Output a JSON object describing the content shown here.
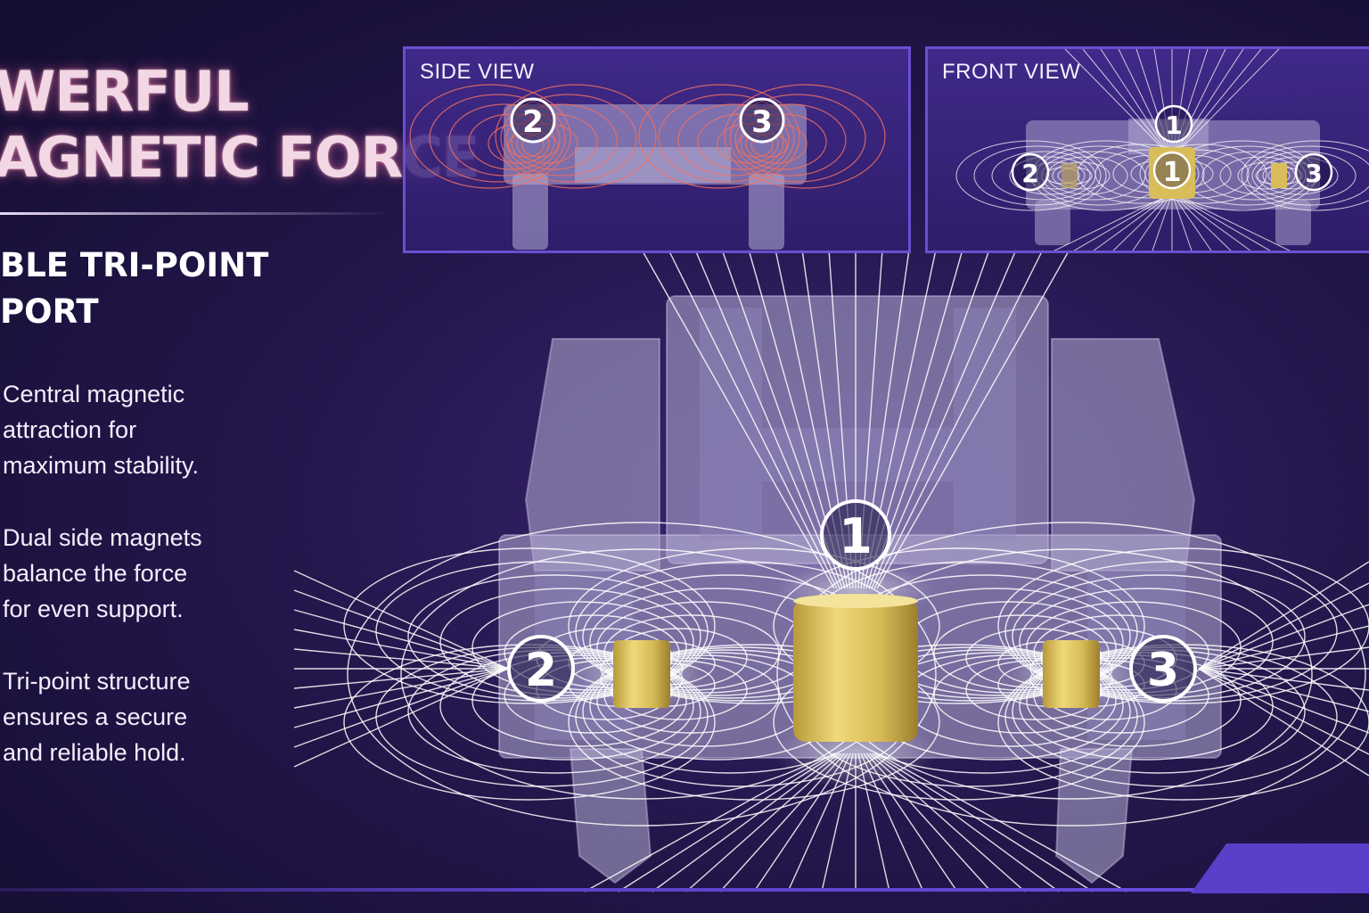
{
  "headline": {
    "line1": "WERFUL",
    "line2": "AGNETIC FORCE"
  },
  "subhead": {
    "line1": "BLE TRI-POINT",
    "line2": "PORT"
  },
  "bullets": [
    {
      "lines": [
        "Central magnetic",
        "attraction for",
        "maximum stability."
      ]
    },
    {
      "lines": [
        "Dual side magnets",
        "balance the force",
        "for even support."
      ]
    },
    {
      "lines": [
        "Tri-point structure",
        "ensures a secure",
        "and reliable hold."
      ]
    }
  ],
  "side_view": {
    "title": "SIDE VIEW",
    "markers": [
      "2",
      "3"
    ]
  },
  "front_view": {
    "title": "FRONT VIEW",
    "markers": [
      "1",
      "1",
      "2",
      "3"
    ]
  },
  "main_markers": [
    "1",
    "2",
    "3"
  ],
  "colors": {
    "magnet_gold": "#d8bd5a",
    "field_white": "#ffffff",
    "field_red": "#f07060",
    "accent_purple": "#6a4fd0"
  }
}
